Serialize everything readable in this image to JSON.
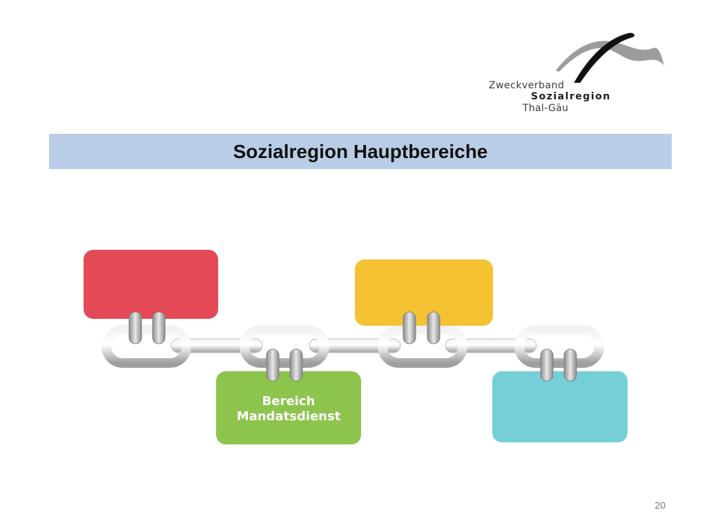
{
  "logo": {
    "line1": "Zweckverband",
    "line2": "Sozialregion",
    "line3": "Thal-Gäu"
  },
  "title": "Sozialregion Hauptbereiche",
  "boxes": [
    {
      "label": "",
      "color": "#e34a56"
    },
    {
      "label": "",
      "color": "#f4c233"
    },
    {
      "label": "Bereich\nMandatsdienst",
      "color": "#8dc44d"
    },
    {
      "label": "",
      "color": "#76cfd6"
    }
  ],
  "page_number": "20"
}
